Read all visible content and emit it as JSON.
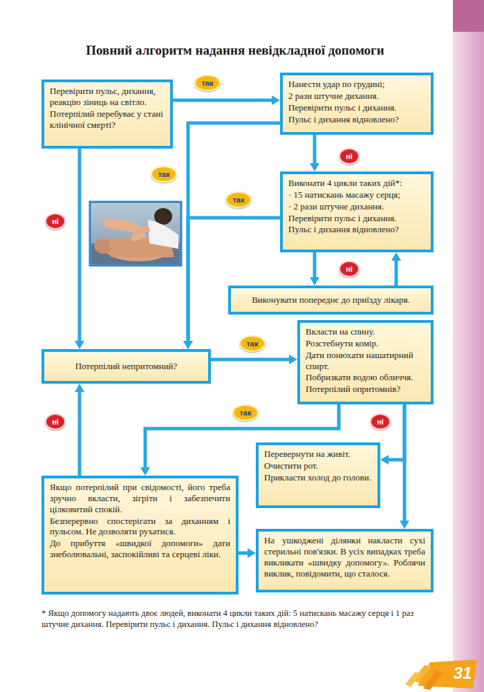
{
  "diagram": {
    "title": "Повний алгоритм надання невідкладної допомоги",
    "nodes": [
      {
        "text": [
          "Перевірити пульс, дихання, реакцію зіниць на світло.",
          "Потерпілий перебуває у стані клінічної смерті?"
        ]
      },
      {
        "text": [
          "Нанести удар по грудині;",
          "2 рази штучне дихання.",
          "Перевірити пульс і дихання.",
          "Пульс і дихання відновлено?"
        ]
      },
      {
        "text": [
          "Виконати 4 цикли таких дій*:",
          "· 15 натискань масажу серця;",
          "· 2 рази штучне дихання.",
          "Перевірити пульс і дихання.",
          "Пульс і дихання відновлено?"
        ]
      },
      {
        "text": [
          "Виконувати попереднє до приїзду лікаря."
        ]
      },
      {
        "text": [
          "Потерпілий непритомний?"
        ]
      },
      {
        "text": [
          "Вкласти на спину.",
          "Розстебнути комір.",
          "Дати понюхати нашатирний спирт.",
          "Побризкати водою обличчя.",
          "Потерпілий опритомнів?"
        ]
      },
      {
        "text": [
          "Перевернути на живіт.",
          "Очистити рот.",
          "Прикласти холод до голови."
        ]
      },
      {
        "text": [
          "Якщо потерпілий при свідомості, його треба зручно вкласти, зігріти і забезпечити цілковитий спокій.",
          "Безперервно спостерігати за диханням і пульсом. Не дозволяти рухатися.",
          "До прибуття «швидкої допомоги» дати знеболювальні, заспокійливі та серцеві ліки."
        ]
      },
      {
        "text": [
          "На ушкоджені ділянки накласти сухі стерильні пов'язки. В усіх випадках треба викликати «швидку допомогу». Роблячи виклик, повідомити, що сталося."
        ]
      }
    ],
    "edges": [
      {
        "from": 0,
        "to": 1,
        "arrow": "to",
        "label": "так"
      },
      {
        "from": 1,
        "to": 2,
        "arrow": "to",
        "label": "ні"
      },
      {
        "from": 1,
        "to": 4,
        "arrow": "to",
        "label": "так"
      },
      {
        "from": 2,
        "to": 4,
        "arrow": "to",
        "label": "так"
      },
      {
        "from": 2,
        "to": 3,
        "arrow": "to",
        "label": "ні"
      },
      {
        "from": 3,
        "to": 2,
        "arrow": "to"
      },
      {
        "from": 0,
        "to": 4,
        "arrow": "to",
        "label": "ні"
      },
      {
        "from": 4,
        "to": 5,
        "arrow": "to",
        "label": "так"
      },
      {
        "from": 7,
        "to": 4,
        "arrow": "to",
        "label": "ні"
      },
      {
        "from": 5,
        "to": 7,
        "arrow": "to",
        "label": "так"
      },
      {
        "from": 5,
        "to": 6,
        "arrow": "to",
        "label": "ні"
      },
      {
        "from": 5,
        "to": 8,
        "arrow": "to"
      },
      {
        "from": 7,
        "to": 8,
        "arrow": "to"
      }
    ],
    "labels": [
      "* Якщо допомогу надають двоє людей, виконати 4 цикли таких дій: 5 натискань масажу серця і 1 раз штучне дихання. Перевірити пульс і дихання. Пульс і дихання відновлено?",
      "31"
    ]
  }
}
